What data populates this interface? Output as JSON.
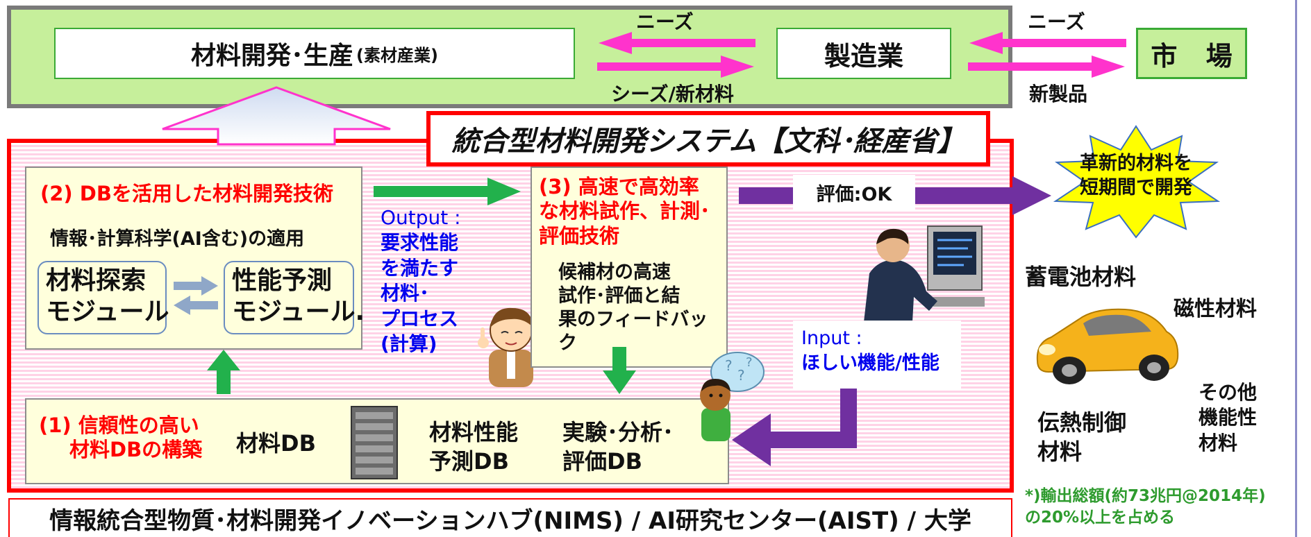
{
  "top": {
    "material_dev_main": "材料開発･生産",
    "material_dev_sub": "(素材産業)",
    "manufacturing": "製造業",
    "market": "市 場",
    "needs_label_1": "ニーズ",
    "seeds_label": "シーズ/新材料",
    "needs_label_2": "ニーズ",
    "new_products_label": "新製品"
  },
  "system": {
    "title": "統合型材料開発システム【文科･経産省】"
  },
  "db_tech": {
    "title": "(2) DBを活用した材料開発技術",
    "subtitle": "情報･計算科学(AI含む)の適用",
    "module_search_line1": "材料探索",
    "module_search_line2": "モジュール",
    "module_predict_line1": "性能予測",
    "module_predict_line2": "モジュール."
  },
  "output": {
    "label": "Output :",
    "line1": "要求性能",
    "line2": "を満たす",
    "line3": "材料･",
    "line4": "プロセス",
    "line5": "(計算)"
  },
  "fast": {
    "title_line1": "(3) 高速で高効率",
    "title_line2": "な材料試作、計測･",
    "title_line3": "評価技術",
    "body_line1": "候補材の高速",
    "body_line2": "試作･評価と結",
    "body_line3": "果のフィードバッ",
    "body_line4": "ク"
  },
  "evaluation_label": "評価:OK",
  "input": {
    "label": "Input :",
    "text": "ほしい機能/性能"
  },
  "reliable": {
    "title_line1": "(1) 信頼性の高い",
    "title_line2": "材料DBの構築",
    "material_db": "材料DB",
    "performance_db_line1": "材料性能",
    "performance_db_line2": "予測DB",
    "experiment_db_line1": "実験･分析･",
    "experiment_db_line2": "評価DB"
  },
  "starburst": {
    "line1": "革新的材料を",
    "line2": "短期間で開発"
  },
  "applications": {
    "battery": "蓄電池材料",
    "magnetic": "磁性材料",
    "heat_line1": "伝熱制御",
    "heat_line2": "材料",
    "other_line1": "その他",
    "other_line2": "機能性",
    "other_line3": "材料"
  },
  "footnote": {
    "line1": "*)輸出総額(約73兆円@2014年)",
    "line2": "の20%以上を占める"
  },
  "bottom_bar": "情報統合型物質･材料開発イノベーションハブ(NIMS) / AI研究センター(AIST) / 大学",
  "colors": {
    "band_green": "#c6ef9b",
    "system_red": "#ff0000",
    "arrow_magenta": "#ff33cc",
    "arrow_green": "#22b14c",
    "arrow_purple": "#7030a0",
    "output_blue": "#0000ee"
  }
}
